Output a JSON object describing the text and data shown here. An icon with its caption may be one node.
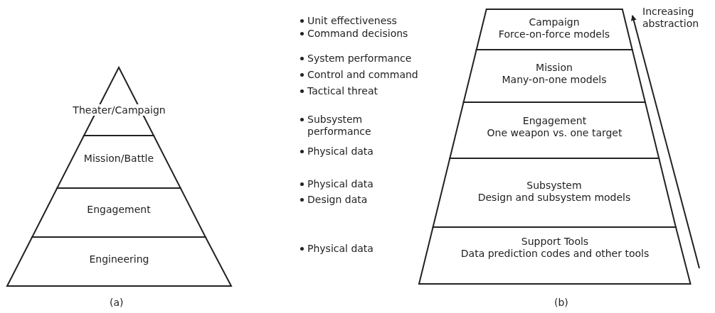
{
  "diagram": {
    "nodes": [
      {
        "text": [
          "Theater/Campaign"
        ]
      },
      {
        "text": [
          "Mission/Battle"
        ]
      },
      {
        "text": [
          "Engagement"
        ]
      },
      {
        "text": [
          "Engineering"
        ]
      },
      {
        "text": [
          "Campaign",
          "Force-on-force models"
        ]
      },
      {
        "text": [
          "Mission",
          "Many-on-one models"
        ]
      },
      {
        "text": [
          "Engagement",
          "One weapon vs. one target"
        ]
      },
      {
        "text": [
          "Subsystem",
          "Design and subsystem models"
        ]
      },
      {
        "text": [
          "Support Tools",
          "Data prediction codes and other tools"
        ]
      }
    ],
    "edges": [],
    "labels": [
      "Unit effectiveness",
      "Command decisions",
      "System performance",
      "Control and command",
      "Tactical threat",
      "Subsystem performance",
      "Physical data",
      "Physical data",
      "Design data",
      "Physical data",
      "Increasing abstraction",
      "(a)",
      "(b)"
    ]
  }
}
